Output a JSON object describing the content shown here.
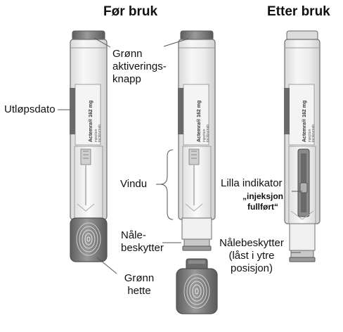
{
  "headings": {
    "before": "Før bruk",
    "after": "Etter bruk"
  },
  "labels": {
    "activation_button": [
      "Grønn",
      "aktiverings-",
      "knapp"
    ],
    "expiry_date": "Utløpsdato",
    "window": "Vindu",
    "purple_indicator": "Lilla indikator",
    "injection_complete": [
      "„injeksjon",
      "fullført“"
    ],
    "needle_guard": [
      "Nåle-",
      "beskytter"
    ],
    "needle_guard_locked": [
      "Nålebeskytter",
      "(låst i ytre",
      "posisjon)"
    ],
    "green_cap": [
      "Grønn",
      "hette"
    ]
  },
  "pen_label": {
    "brand": "Actemra® 162 mg",
    "line2": "injection",
    "line3": "tocilizumab"
  },
  "colors": {
    "pen_body": "#f2f2f2",
    "pen_outline": "#6f6f6f",
    "dark_cap": "#7d7d7d",
    "indicator": "#8a8a8a",
    "leader": "#555555"
  }
}
